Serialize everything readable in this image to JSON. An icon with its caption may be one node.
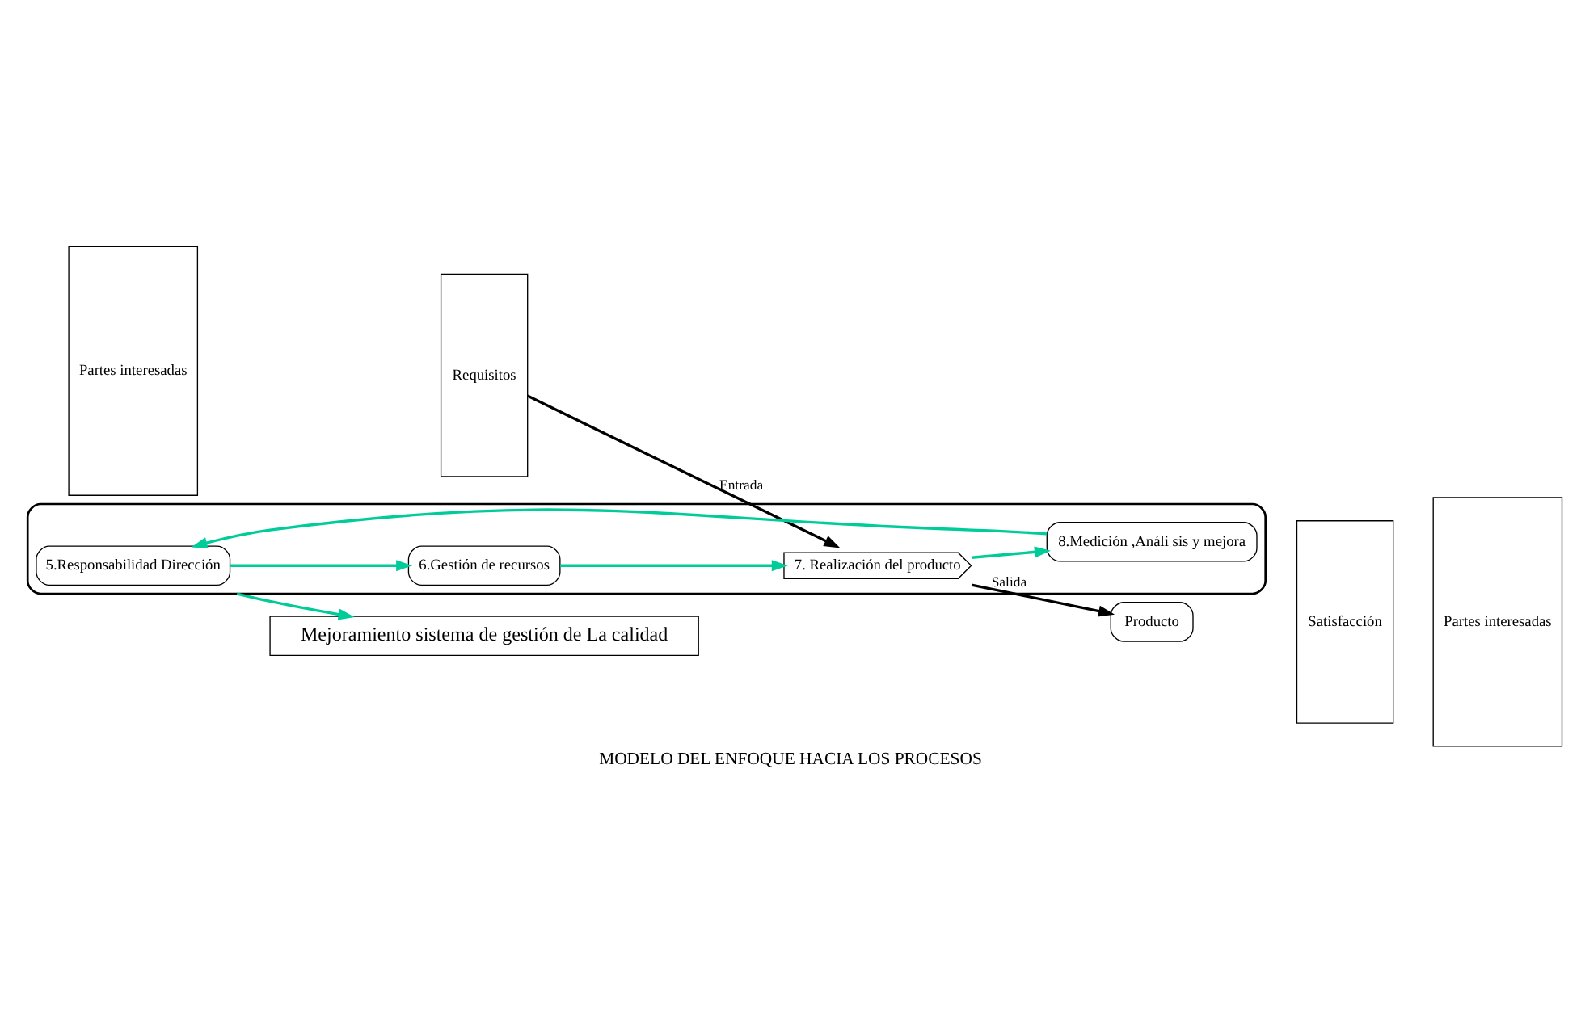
{
  "diagram": {
    "caption": "MODELO DEL ENFOQUE HACIA LOS PROCESOS",
    "nodes": [
      {
        "text": [
          "Partes interesadas"
        ]
      },
      {
        "text": [
          "Requisitos"
        ]
      },
      {
        "text": [
          "Mejoramiento sistema de gestión de La calidad"
        ]
      },
      {
        "text": [],
        "shape": "ellipse"
      },
      {
        "text": [
          "5.Responsabilidad Dirección"
        ],
        "in": 3
      },
      {
        "text": [
          "6.Gestión de recursos"
        ],
        "in": 3
      },
      {
        "text": [
          "8.Medición ,Análi sis y mejora"
        ],
        "in": 3
      },
      {
        "text": [
          "7. Realización del producto"
        ],
        "in": 3
      },
      {
        "text": [
          "Producto"
        ]
      },
      {
        "text": [
          "Satisfacción"
        ]
      },
      {
        "text": [
          "Partes interesadas"
        ]
      }
    ],
    "edges": [
      {
        "from": 1,
        "to": 7,
        "arrow": "to",
        "label": "Entrada",
        "color": "#000000"
      },
      {
        "from": 7,
        "to": 8,
        "arrow": "to",
        "label": "Salida",
        "color": "#000000"
      },
      {
        "from": 4,
        "to": 5,
        "arrow": "to"
      },
      {
        "from": 5,
        "to": 7,
        "arrow": "to"
      },
      {
        "from": 7,
        "to": 6,
        "arrow": "to"
      },
      {
        "from": 6,
        "to": 4,
        "arrow": "to"
      },
      {
        "from": 3,
        "to": 2,
        "arrow": "to"
      }
    ]
  }
}
